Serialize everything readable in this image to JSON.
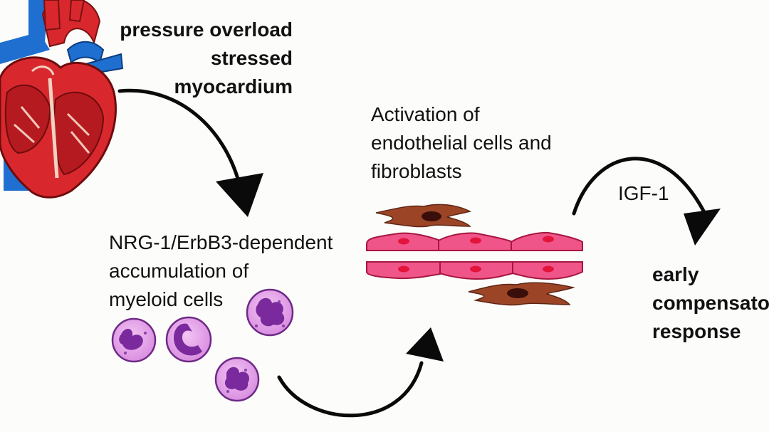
{
  "labels": {
    "stimulus": [
      "pressure overload",
      "stressed",
      "myocardium"
    ],
    "myeloid": [
      "NRG-1/ErbB3-dependent",
      "accumulation of",
      "myeloid cells"
    ],
    "activation": [
      "Activation of",
      "endothelial cells and",
      "fibroblasts"
    ],
    "growth_factor": "IGF-1",
    "outcome": [
      "early",
      "compensato",
      "response"
    ]
  },
  "icons": [
    "heart-illustration",
    "neutrophil-cell",
    "monocyte-cell",
    "endothelial-cell",
    "fibroblast-cell",
    "curved-arrow"
  ],
  "colors": {
    "heart_red": "#d8282e",
    "vessel_blue": "#1f6fd0",
    "myeloid_cytoplasm": "#e7a3ea",
    "myeloid_nucleus": "#7a2a9c",
    "endothelial": "#f0558a",
    "endothelial_nucleus": "#e3143c",
    "fibroblast": "#9c4526",
    "arrow": "#0a0a0a"
  }
}
